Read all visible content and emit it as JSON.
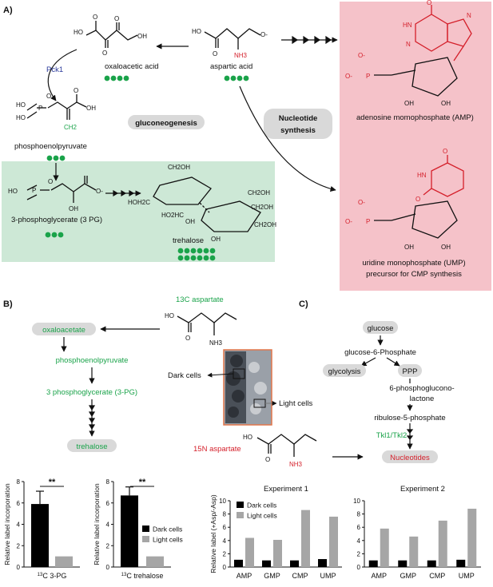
{
  "panel_a": {
    "label": "A)",
    "oxaloacetic": "oxaloacetic acid",
    "aspartic": "aspartic acid",
    "pck1": "Pck1",
    "pep": "phosphoenolpyruvate",
    "gluconeogenesis": "gluconeogenesis",
    "nucleotide_synthesis_1": "Nucleotide",
    "nucleotide_synthesis_2": "synthesis",
    "pg3": "3-phosphoglycerate (3 PG)",
    "trehalose": "trehalose",
    "amp": "adenosine momophosphate (AMP)",
    "ump_1": "uridine monophosphate (UMP)",
    "ump_2": "precursor for CMP synthesis",
    "nh3": "NH3",
    "ch2": "CH2",
    "ch2oh": "CH2OH",
    "ho": "HO",
    "oh": "OH",
    "o": "O",
    "o_minus": "O-",
    "p": "P",
    "hn": "HN",
    "n": "N",
    "c": "C",
    "hoh2c": "HOH2C",
    "ho2hc": "HO2HC"
  },
  "panel_b": {
    "label": "B)",
    "c13_aspartate": "13C aspartate",
    "oxaloacetate": "oxaloacetate",
    "pep": "phosphoenolpyruvate",
    "pg3": "3 phosphoglycerate (3-PG)",
    "trehalose": "trehalose",
    "dark_cells": "Dark cells",
    "light_cells": "Light cells",
    "n15_aspartate": "15N aspartate"
  },
  "panel_c": {
    "label": "C)",
    "glucose": "glucose",
    "g6p": "glucose-6-Phosphate",
    "glycolysis": "glycolysis",
    "ppp": "PPP",
    "pgl_1": "6-phosphoglucono-",
    "pgl_2": "lactone",
    "ru5p": "ribulose-5-phosphate",
    "tkl": "Tkl1/Tkl2",
    "nucleotides": "Nucleotides"
  },
  "colors": {
    "red_box": "#f5c2c9",
    "green_box": "#cde8d6",
    "green": "#1aa34a",
    "red": "#d41f2a",
    "dark_bar": "#000000",
    "light_bar": "#a6a6a6"
  },
  "chart_data": [
    {
      "type": "bar",
      "ylabel": "Relative label incorporation",
      "categories": [
        "13C 3-PG"
      ],
      "series": [
        {
          "name": "Dark cells",
          "values": [
            5.9
          ]
        },
        {
          "name": "Light cells",
          "values": [
            1.0
          ]
        }
      ],
      "errors": [
        [
          1.2
        ],
        [
          0
        ]
      ],
      "ylim": [
        0,
        8
      ],
      "yticks": [
        0,
        2,
        4,
        6,
        8
      ],
      "annotation": "**"
    },
    {
      "type": "bar",
      "ylabel": "Relative label incorporation",
      "categories": [
        "13C trehalose"
      ],
      "series": [
        {
          "name": "Dark cells",
          "values": [
            6.7
          ]
        },
        {
          "name": "Light cells",
          "values": [
            1.0
          ]
        }
      ],
      "errors": [
        [
          0.8
        ],
        [
          0
        ]
      ],
      "ylim": [
        0,
        8
      ],
      "yticks": [
        0,
        2,
        4,
        6,
        8
      ],
      "annotation": "**",
      "legend": "right"
    },
    {
      "type": "bar",
      "title": "Experiment 1",
      "ylabel": "Relative label (+Asp/-Asp)",
      "categories": [
        "AMP",
        "GMP",
        "CMP",
        "UMP"
      ],
      "series": [
        {
          "name": "Dark cells",
          "values": [
            1.1,
            1.0,
            1.0,
            1.2
          ]
        },
        {
          "name": "Light cells",
          "values": [
            4.4,
            4.1,
            8.6,
            7.6
          ]
        }
      ],
      "ylim": [
        0,
        10
      ],
      "yticks": [
        0,
        2,
        4,
        6,
        8,
        10
      ],
      "legend": "top-left"
    },
    {
      "type": "bar",
      "title": "Experiment 2",
      "ylabel": "",
      "categories": [
        "AMP",
        "GMP",
        "CMP",
        "UMP"
      ],
      "series": [
        {
          "name": "Dark cells",
          "values": [
            1.0,
            1.0,
            1.0,
            1.1
          ]
        },
        {
          "name": "Light cells",
          "values": [
            5.8,
            4.6,
            7.0,
            8.8
          ]
        }
      ],
      "ylim": [
        0,
        10
      ],
      "yticks": [
        0,
        2,
        4,
        6,
        8,
        10
      ]
    }
  ]
}
